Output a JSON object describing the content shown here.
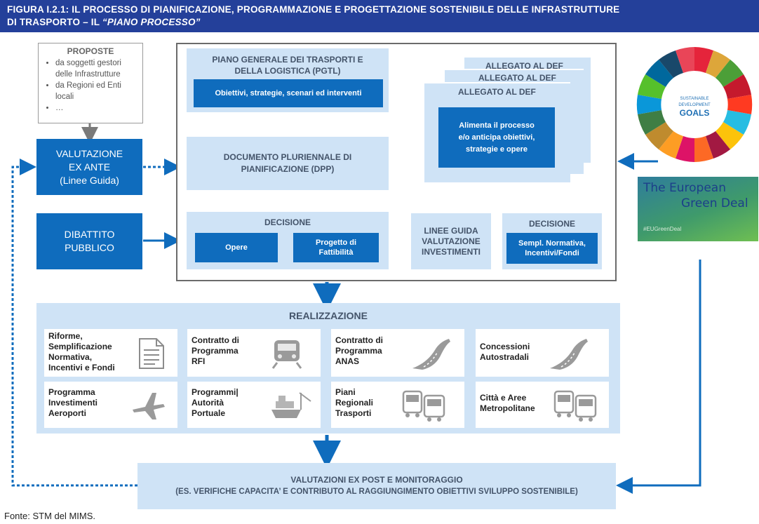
{
  "title": {
    "line1": "FIGURA I.2.1: IL PROCESSO DI PIANIFICAZIONE, PROGRAMMAZIONE E PROGETTAZIONE SOSTENIBILE DELLE INFRASTRUTTURE",
    "line2_prefix": "DI TRASPORTO – IL ",
    "line2_italic": "“PIANO PROCESSO”"
  },
  "proposte": {
    "heading": "PROPOSTE",
    "items": [
      "da soggetti gestori delle Infrastrutture",
      "da Regioni ed Enti locali",
      "…"
    ]
  },
  "valutazione_ex_ante": {
    "line1": "VALUTAZIONE",
    "line2": "EX ANTE",
    "line3": "(Linee Guida)"
  },
  "dibattito": {
    "line1": "DIBATTITO",
    "line2": "PUBBLICO"
  },
  "pgtl": {
    "title_line1": "PIANO GENERALE DEI TRASPORTI E",
    "title_line2": "DELLA LOGISTICA (PGTL)",
    "inner": "Obiettivi, strategie, scenari ed interventi"
  },
  "dpp": {
    "line1": "DOCUMENTO PLURIENNALE DI",
    "line2": "PIANIFICAZIONE (DPP)"
  },
  "decisione_main": {
    "title": "DECISIONE",
    "opere": "Opere",
    "progetto_line1": "Progetto di",
    "progetto_line2": "Fattibilità"
  },
  "allegato": {
    "back2": "ALLEGATO AL DEF",
    "back1": "ALLEGATO AL DEF",
    "front": "ALLEGATO AL DEF",
    "inner_line1": "Alimenta il processo",
    "inner_line2": "e/o anticipa obiettivi,",
    "inner_line3": "strategie e opere"
  },
  "linee_guida": {
    "line1": "LINEE GUIDA",
    "line2": "VALUTAZIONE",
    "line3": "INVESTIMENTI"
  },
  "decisione_right": {
    "title": "DECISIONE",
    "inner_line1": "Sempl. Normativa,",
    "inner_line2": "Incentivi/Fondi"
  },
  "sdg": {
    "line1": "SUSTAINABLE",
    "line2": "DEVELOPMENT",
    "line3": "GOALS"
  },
  "green_deal": {
    "line1": "The European",
    "line2": "Green Deal",
    "tag": "#EUGreenDeal"
  },
  "realizzazione": {
    "title": "REALIZZAZIONE",
    "cards": [
      {
        "lines": [
          "Riforme,",
          "Semplificazione",
          "Normativa,",
          "Incentivi e Fondi"
        ],
        "icon": "document-icon"
      },
      {
        "lines": [
          "Contratto di",
          "Programma",
          "RFI"
        ],
        "icon": "train-icon"
      },
      {
        "lines": [
          "Contratto di",
          "Programma",
          "ANAS"
        ],
        "icon": "road-icon"
      },
      {
        "lines": [
          "Concessioni",
          "Autostradali"
        ],
        "icon": "road-icon"
      },
      {
        "lines": [
          "Programma",
          "Investimenti",
          "Aeroporti"
        ],
        "icon": "airplane-icon"
      },
      {
        "lines": [
          "Programmi|",
          "Autorità",
          "Portuale"
        ],
        "icon": "ship-icon"
      },
      {
        "lines": [
          "Piani",
          "Regionali",
          "Trasporti"
        ],
        "icon": "bus-icon"
      },
      {
        "lines": [
          "Città e Aree",
          "Metropolitane"
        ],
        "icon": "bus-icon"
      }
    ]
  },
  "ex_post": {
    "line1": "VALUTAZIONI EX POST E MONITORAGGIO",
    "line2": "(ES. VERIFICHE CAPACITA’ E CONTRIBUTO AL RAGGIUNGIMENTO OBIETTIVI SVILUPPO SOSTENIBILE)"
  },
  "footer": "Fonte: STM del MIMS.",
  "colors": {
    "title_bg": "#24409a",
    "dark_box": "#0f6cbd",
    "light_box": "#cfe3f6",
    "arrow_dark": "#0f6cbd",
    "arrow_grey": "#7a7a7a"
  }
}
